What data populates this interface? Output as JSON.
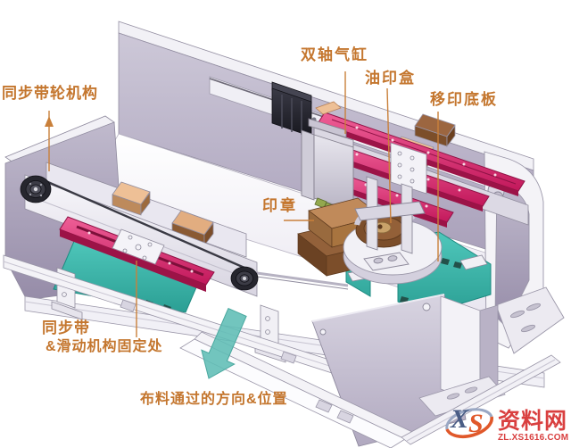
{
  "annotations": {
    "belt_wheel_mechanism": "同步带轮机构",
    "dual_axis_cylinder": "双轴气缸",
    "oil_print_box": "油印盒",
    "pad_print_base_plate": "移印底板",
    "stamp": "印章",
    "sync_belt_line1": "同步带",
    "sync_belt_line2": "&滑动机构固定处",
    "cloth_direction": "布料通过的方向&位置"
  },
  "watermark": {
    "logo_x": "X",
    "logo_s": "S",
    "site_name": "资料网",
    "site_url": "ZL.XS1616.COM"
  },
  "colors": {
    "annotation_text": "#c4762e",
    "leader_line": "#c9803a",
    "rail_pink": "#d6246a",
    "plate_teal": "#3bbcb0",
    "arrow_teal": "#5fbdb5",
    "wall_lavender": "#b9b3c6",
    "machine_white": "#f4f3f8",
    "stamp_brown": "#8a5a33",
    "watermark_red": "#d93f3f",
    "logo_blue": "#4a5d85",
    "logo_orange": "#e0582a"
  }
}
